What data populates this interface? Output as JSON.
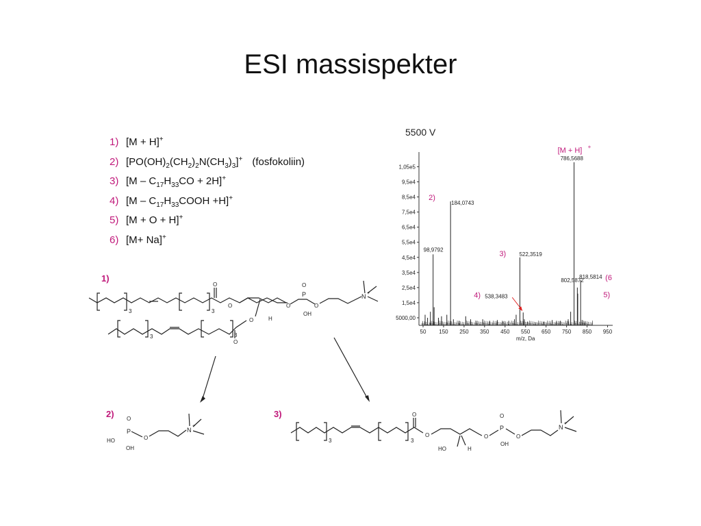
{
  "slide": {
    "title": "ESI massispekter"
  },
  "ions": [
    {
      "num": "1)",
      "parts": [
        "[M + H]",
        "+"
      ]
    },
    {
      "num": "2)",
      "parts": [
        "[PO(OH)",
        "2",
        "(CH",
        "2",
        ")",
        "2",
        "N(CH",
        "3",
        ")",
        "3",
        "]",
        "+"
      ],
      "note": "(fosfokoliin)"
    },
    {
      "num": "3)",
      "parts": [
        "[M – C",
        "17",
        "H",
        "33",
        "CO + 2H]",
        "+"
      ]
    },
    {
      "num": "4)",
      "parts": [
        "[M – C",
        "17",
        "H",
        "33",
        "COOH +H]",
        "+"
      ]
    },
    {
      "num": "5)",
      "parts": [
        "[M + O + H]",
        "+"
      ]
    },
    {
      "num": "6)",
      "parts": [
        "[M+ Na]",
        "+"
      ]
    }
  ],
  "structures": {
    "label1": "1)",
    "label2": "2)",
    "label3": "3)",
    "atoms": {
      "O": "O",
      "P": "P",
      "N": "N",
      "plus": "+",
      "OH": "OH",
      "HO": "HO",
      "H": "H",
      "three": "3"
    }
  },
  "chart_data": {
    "type": "bar",
    "title": "5500 V",
    "xlabel": "m/z, Da",
    "xlim": [
      30,
      975
    ],
    "ylim": [
      0,
      112000
    ],
    "x_ticks": [
      50,
      150,
      250,
      350,
      450,
      550,
      650,
      750,
      850,
      950
    ],
    "x_tick_labels": [
      "50",
      "150",
      "250",
      "350",
      "450",
      "550",
      "650",
      "750",
      "850",
      "950"
    ],
    "y_ticks": [
      5000,
      15000,
      25000,
      35000,
      45000,
      55000,
      65000,
      75000,
      85000,
      95000,
      105000
    ],
    "y_tick_labels": [
      "5000,00",
      "1,5e4",
      "2,5e4",
      "3,5e4",
      "4,5e4",
      "5,5e4",
      "6,5e4",
      "7,5e4",
      "8,5e4",
      "9,5e4",
      "1,05e5"
    ],
    "peaks": [
      {
        "mz": 786.5688,
        "intensity": 108000
      },
      {
        "mz": 184.0743,
        "intensity": 82000
      },
      {
        "mz": 522.3519,
        "intensity": 45000
      },
      {
        "mz": 98.9792,
        "intensity": 47000
      },
      {
        "mz": 818.5814,
        "intensity": 30000
      },
      {
        "mz": 802.5872,
        "intensity": 25000
      },
      {
        "mz": 538.3483,
        "intensity": 8500
      },
      {
        "mz": 804.58,
        "intensity": 21000
      },
      {
        "mz": 770.0,
        "intensity": 9000
      },
      {
        "mz": 758.0,
        "intensity": 4000
      },
      {
        "mz": 60.0,
        "intensity": 7000
      },
      {
        "mz": 72.0,
        "intensity": 5000
      },
      {
        "mz": 86.0,
        "intensity": 9000
      },
      {
        "mz": 104.0,
        "intensity": 12000
      },
      {
        "mz": 125.0,
        "intensity": 5000
      },
      {
        "mz": 140.0,
        "intensity": 6000
      },
      {
        "mz": 166.0,
        "intensity": 7000
      },
      {
        "mz": 198.0,
        "intensity": 4000
      },
      {
        "mz": 226.0,
        "intensity": 3000
      },
      {
        "mz": 258.0,
        "intensity": 6000
      },
      {
        "mz": 282.0,
        "intensity": 4000
      },
      {
        "mz": 313.0,
        "intensity": 3000
      },
      {
        "mz": 341.0,
        "intensity": 4000
      },
      {
        "mz": 375.0,
        "intensity": 3000
      },
      {
        "mz": 412.0,
        "intensity": 3500
      },
      {
        "mz": 440.0,
        "intensity": 2500
      },
      {
        "mz": 468.0,
        "intensity": 3000
      },
      {
        "mz": 496.0,
        "intensity": 4000
      },
      {
        "mz": 504.0,
        "intensity": 7000
      },
      {
        "mz": 544.0,
        "intensity": 4000
      },
      {
        "mz": 560.0,
        "intensity": 2500
      },
      {
        "mz": 600.0,
        "intensity": 2000
      },
      {
        "mz": 640.0,
        "intensity": 2500
      },
      {
        "mz": 680.0,
        "intensity": 3500
      },
      {
        "mz": 700.0,
        "intensity": 2500
      },
      {
        "mz": 720.0,
        "intensity": 3000
      },
      {
        "mz": 826.0,
        "intensity": 3500
      },
      {
        "mz": 840.0,
        "intensity": 2500
      }
    ],
    "annotations": [
      {
        "text": "[M + H]",
        "sup": "+",
        "value": "786,5688"
      },
      {
        "text": "2)",
        "value": "184,0743"
      },
      {
        "text": "3)",
        "value": "522,3519"
      },
      {
        "text": "",
        "value": "98,9792"
      },
      {
        "text": "(6",
        "value": "818,5814"
      },
      {
        "text": "5)",
        "value": "802,5872"
      },
      {
        "text": "4)",
        "value": "538,3483"
      }
    ],
    "colors": {
      "label": "#c0187a",
      "arrow": "#e02020",
      "axis": "#333333",
      "peak": "#222222"
    }
  }
}
